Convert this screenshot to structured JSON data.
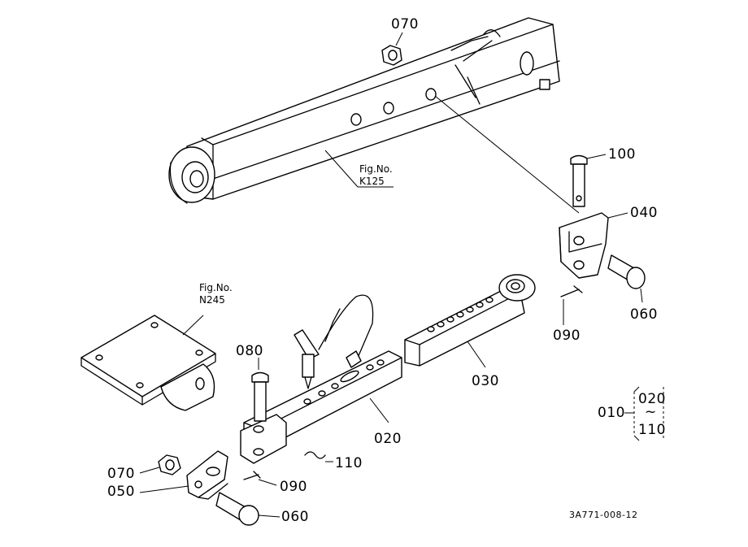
{
  "labels": {
    "p070_top": "070",
    "p100": "100",
    "p040": "040",
    "p060_right": "060",
    "p090_right": "090",
    "p030": "030",
    "p020": "020",
    "p080": "080",
    "p110": "110",
    "p090_bottom": "090",
    "p060_bottom": "060",
    "p050": "050",
    "p070_bottom": "070"
  },
  "figure_refs": {
    "k125_title": "Fig.No.",
    "k125_code": "K125",
    "n245_title": "Fig.No.",
    "n245_code": "N245"
  },
  "range_note": {
    "parent": "010",
    "from": "020",
    "tilde": "~",
    "to": "110"
  },
  "drawing_code": "3A771-008-12"
}
